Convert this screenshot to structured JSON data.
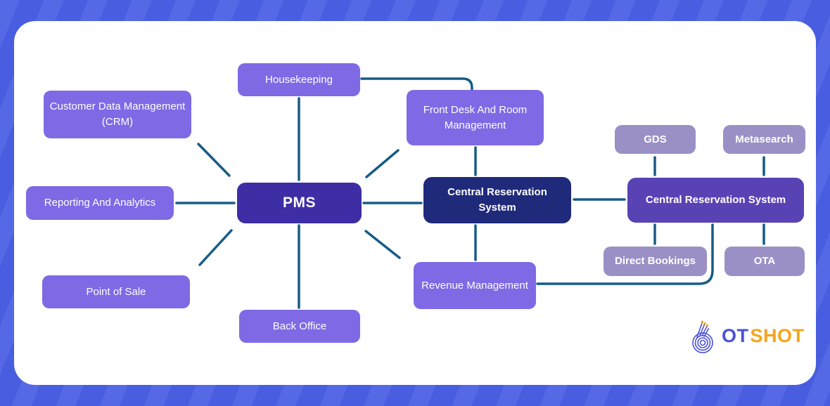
{
  "page": {
    "background_color": "#4B60E5",
    "card_background": "#FFFFFF",
    "connector_color": "#175C86"
  },
  "nodes": [
    {
      "id": "housekeeping",
      "label": "Housekeeping",
      "style": "light"
    },
    {
      "id": "crm",
      "label": "Customer Data Management (CRM)",
      "style": "light"
    },
    {
      "id": "front-desk",
      "label": "Front Desk And Room Management",
      "style": "light"
    },
    {
      "id": "reporting",
      "label": "Reporting And Analytics",
      "style": "light"
    },
    {
      "id": "pms",
      "label": "PMS",
      "style": "primary-dark"
    },
    {
      "id": "crs-mid",
      "label": "Central Reservation System",
      "style": "navy"
    },
    {
      "id": "crs-right",
      "label": "Central Reservation System",
      "style": "purple"
    },
    {
      "id": "gds",
      "label": "GDS",
      "style": "muted"
    },
    {
      "id": "metasearch",
      "label": "Metasearch",
      "style": "muted"
    },
    {
      "id": "direct-bookings",
      "label": "Direct Bookings",
      "style": "muted"
    },
    {
      "id": "ota",
      "label": "OTA",
      "style": "muted"
    },
    {
      "id": "pos",
      "label": "Point of Sale",
      "style": "light"
    },
    {
      "id": "back-office",
      "label": "Back Office",
      "style": "light"
    },
    {
      "id": "revenue",
      "label": "Revenue Management",
      "style": "light"
    }
  ],
  "edges": [
    {
      "from": "housekeeping",
      "to": "pms"
    },
    {
      "from": "crm",
      "to": "pms"
    },
    {
      "from": "reporting",
      "to": "pms"
    },
    {
      "from": "pos",
      "to": "pms"
    },
    {
      "from": "back-office",
      "to": "pms"
    },
    {
      "from": "revenue",
      "to": "pms"
    },
    {
      "from": "front-desk",
      "to": "pms"
    },
    {
      "from": "pms",
      "to": "crs-mid"
    },
    {
      "from": "housekeeping",
      "to": "front-desk"
    },
    {
      "from": "front-desk",
      "to": "crs-mid"
    },
    {
      "from": "crs-mid",
      "to": "revenue"
    },
    {
      "from": "crs-mid",
      "to": "crs-right"
    },
    {
      "from": "gds",
      "to": "crs-right"
    },
    {
      "from": "metasearch",
      "to": "crs-right"
    },
    {
      "from": "crs-right",
      "to": "direct-bookings"
    },
    {
      "from": "crs-right",
      "to": "ota"
    },
    {
      "from": "revenue",
      "to": "crs-right"
    }
  ],
  "colors": {
    "node_light": "#8069E5",
    "node_muted": "#9A90C6",
    "node_primary_dark": "#3E2EA5",
    "node_navy": "#1F2A7B",
    "node_purple": "#5942B4",
    "logo_indigo": "#4A51D8",
    "logo_orange": "#F6A41C"
  },
  "logo": {
    "mark": "b-fingerprint-icon",
    "part1": "OT",
    "part2": "SHOT"
  }
}
